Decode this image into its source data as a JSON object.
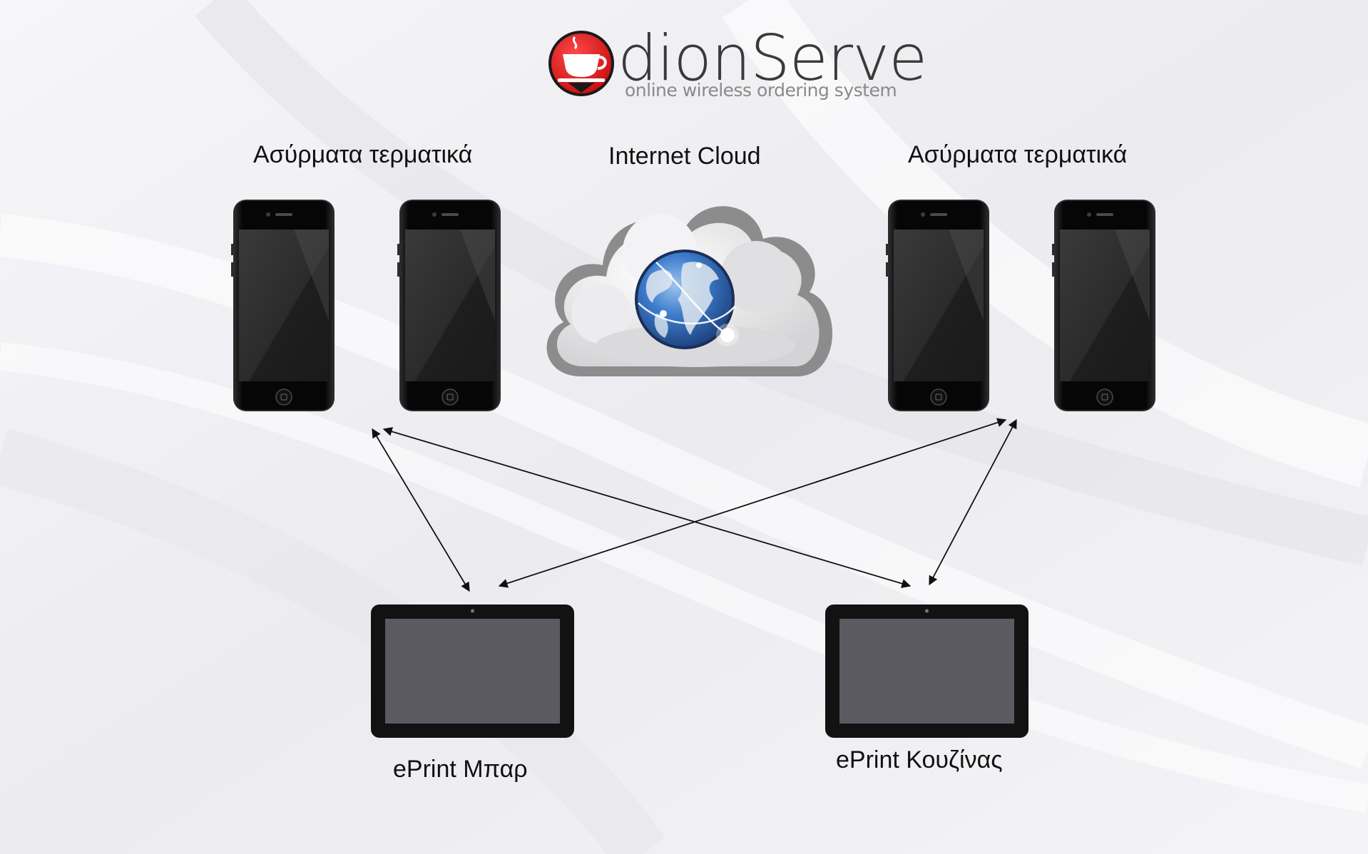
{
  "brand": {
    "name": "dionServe",
    "tagline": "online wireless ordering system",
    "logo_color": "#e01e1e"
  },
  "labels": {
    "left_terminals": "Ασύρματα τερματικά",
    "cloud": "Internet Cloud",
    "right_terminals": "Ασύρματα τερματικά",
    "bar_printer": "ePrint Μπαρ",
    "kitchen_printer": "ePrint Κουζίνας"
  },
  "icons": {
    "phone": "smartphone-icon",
    "cloud": "internet-cloud-globe-icon",
    "tablet": "tablet-icon"
  },
  "colors": {
    "phone_body": "#0c0c0c",
    "phone_screen": "#262626",
    "tablet_body": "#121212",
    "tablet_screen": "#5b5a63",
    "arrow": "#111111",
    "globe": "#2f6fc2"
  },
  "connections": [
    {
      "from": "left terminals",
      "to": "ePrint Μπαρ"
    },
    {
      "from": "left terminals",
      "to": "ePrint Κουζίνας"
    },
    {
      "from": "right terminals",
      "to": "ePrint Μπαρ"
    },
    {
      "from": "right terminals",
      "to": "ePrint Κουζίνας"
    }
  ]
}
